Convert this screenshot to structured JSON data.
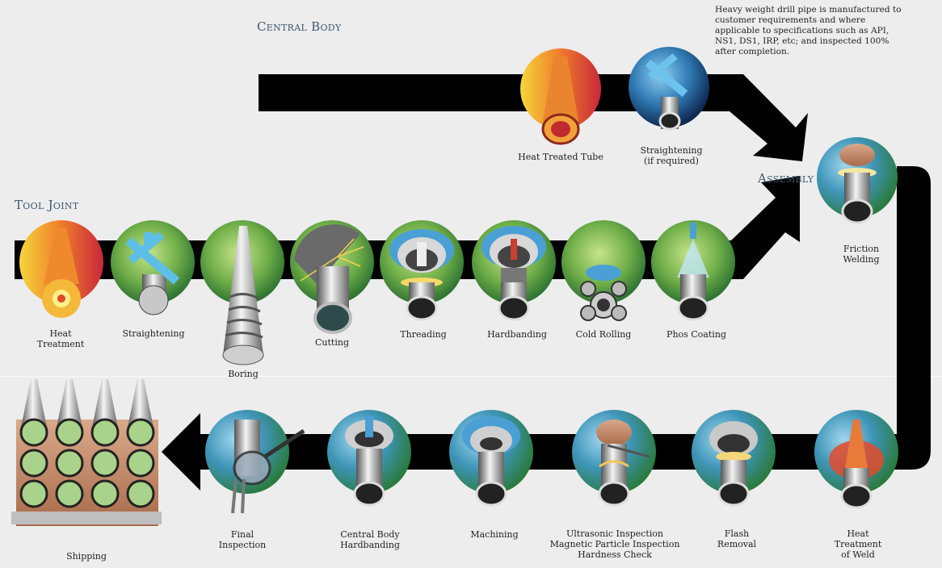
{
  "headings": {
    "central_body": "Central Body",
    "tool_joint": "Tool Joint",
    "assembly": "Assembly"
  },
  "note": "Heavy weight drill pipe is manufactured to customer requirements and where applicable to specifications such as API, NS1, DS1, IRP, etc; and inspected 100% after completion.",
  "central_body_steps": [
    {
      "label": "Heat Treated Tube",
      "icon": "heat-treated-tube-icon"
    },
    {
      "label": "Straightening\n(if required)",
      "icon": "straightening-icon"
    }
  ],
  "tool_joint_steps": [
    {
      "label": "Heat\nTreatment",
      "icon": "heat-treatment-icon"
    },
    {
      "label": "Straightening",
      "icon": "straightening-icon"
    },
    {
      "label": "Boring",
      "icon": "boring-icon"
    },
    {
      "label": "Cutting",
      "icon": "cutting-icon"
    },
    {
      "label": "Threading",
      "icon": "threading-icon"
    },
    {
      "label": "Hardbanding",
      "icon": "hardbanding-icon"
    },
    {
      "label": "Cold Rolling",
      "icon": "cold-rolling-icon"
    },
    {
      "label": "Phos Coating",
      "icon": "phos-coating-icon"
    }
  ],
  "assembly_step": {
    "label": "Friction\nWelding",
    "icon": "friction-welding-icon"
  },
  "finishing_steps": [
    {
      "label": "Heat\nTreatment\nof Weld",
      "icon": "weld-heat-treatment-icon"
    },
    {
      "label": "Flash\nRemoval",
      "icon": "flash-removal-icon"
    },
    {
      "label": "Ultrasonic Inspection\nMagnetic Particle Inspection\nHardness Check",
      "icon": "inspection-icon"
    },
    {
      "label": "Machining",
      "icon": "machining-icon"
    },
    {
      "label": "Central Body\nHardbanding",
      "icon": "hardbanding-icon"
    },
    {
      "label": "Final\nInspection",
      "icon": "magnifier-icon"
    }
  ],
  "shipping": {
    "label": "Shipping",
    "icon": "pipe-bundle-icon"
  },
  "colors": {
    "arrow": "#000000",
    "heading": "#3c5670",
    "heat_gradient": [
      "#f2d030",
      "#e8562a",
      "#c8283a"
    ],
    "green_gradient": [
      "#b8da7a",
      "#3e8a38"
    ],
    "blue_gradient": [
      "#6fb6e0",
      "#1a3f6a"
    ],
    "teal_gradient": [
      "#4aa0c8",
      "#2a7a3a"
    ]
  }
}
